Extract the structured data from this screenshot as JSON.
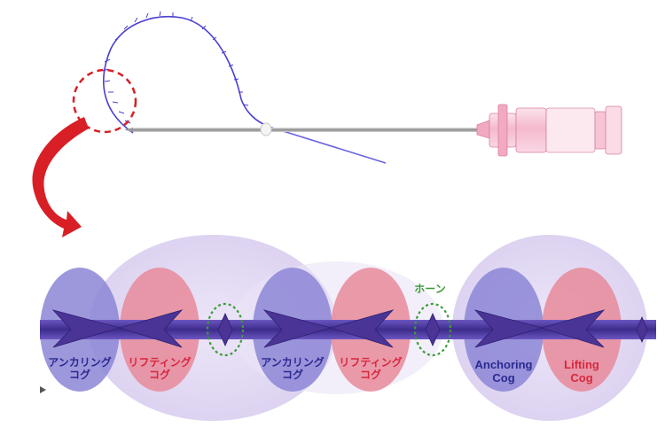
{
  "colors": {
    "thread": "#4b3fd0",
    "needle": "#9a9a9a",
    "hub_pink": "#f3b8cc",
    "hub_edge": "#d77fa0",
    "callout_red": "#d81f26",
    "anchor_fill": "#8c86d6",
    "anchor_text": "#2b2a8f",
    "lift_fill": "#e88a9a",
    "lift_text": "#d6283f",
    "halo": "#e3dcf3",
    "horn_circle": "#3d9a3a",
    "thread_dark": "#4a3596"
  },
  "labels": {
    "horn": "ホーン",
    "group1": {
      "anchor_line1": "アンカリング",
      "anchor_line2": "コグ",
      "lift_line1": "リフティング",
      "lift_line2": "コグ"
    },
    "group2": {
      "anchor_line1": "アンカリング",
      "anchor_line2": "コグ",
      "lift_line1": "リフティング",
      "lift_line2": "コグ"
    },
    "group3": {
      "anchor_line1": "Anchoring",
      "anchor_line2": "Cog",
      "lift_line1": "Lifting",
      "lift_line2": "Cog"
    }
  },
  "icons": {
    "callout_arrow": "curved-arrow-icon",
    "zoom_circle": "dashed-circle-icon"
  }
}
